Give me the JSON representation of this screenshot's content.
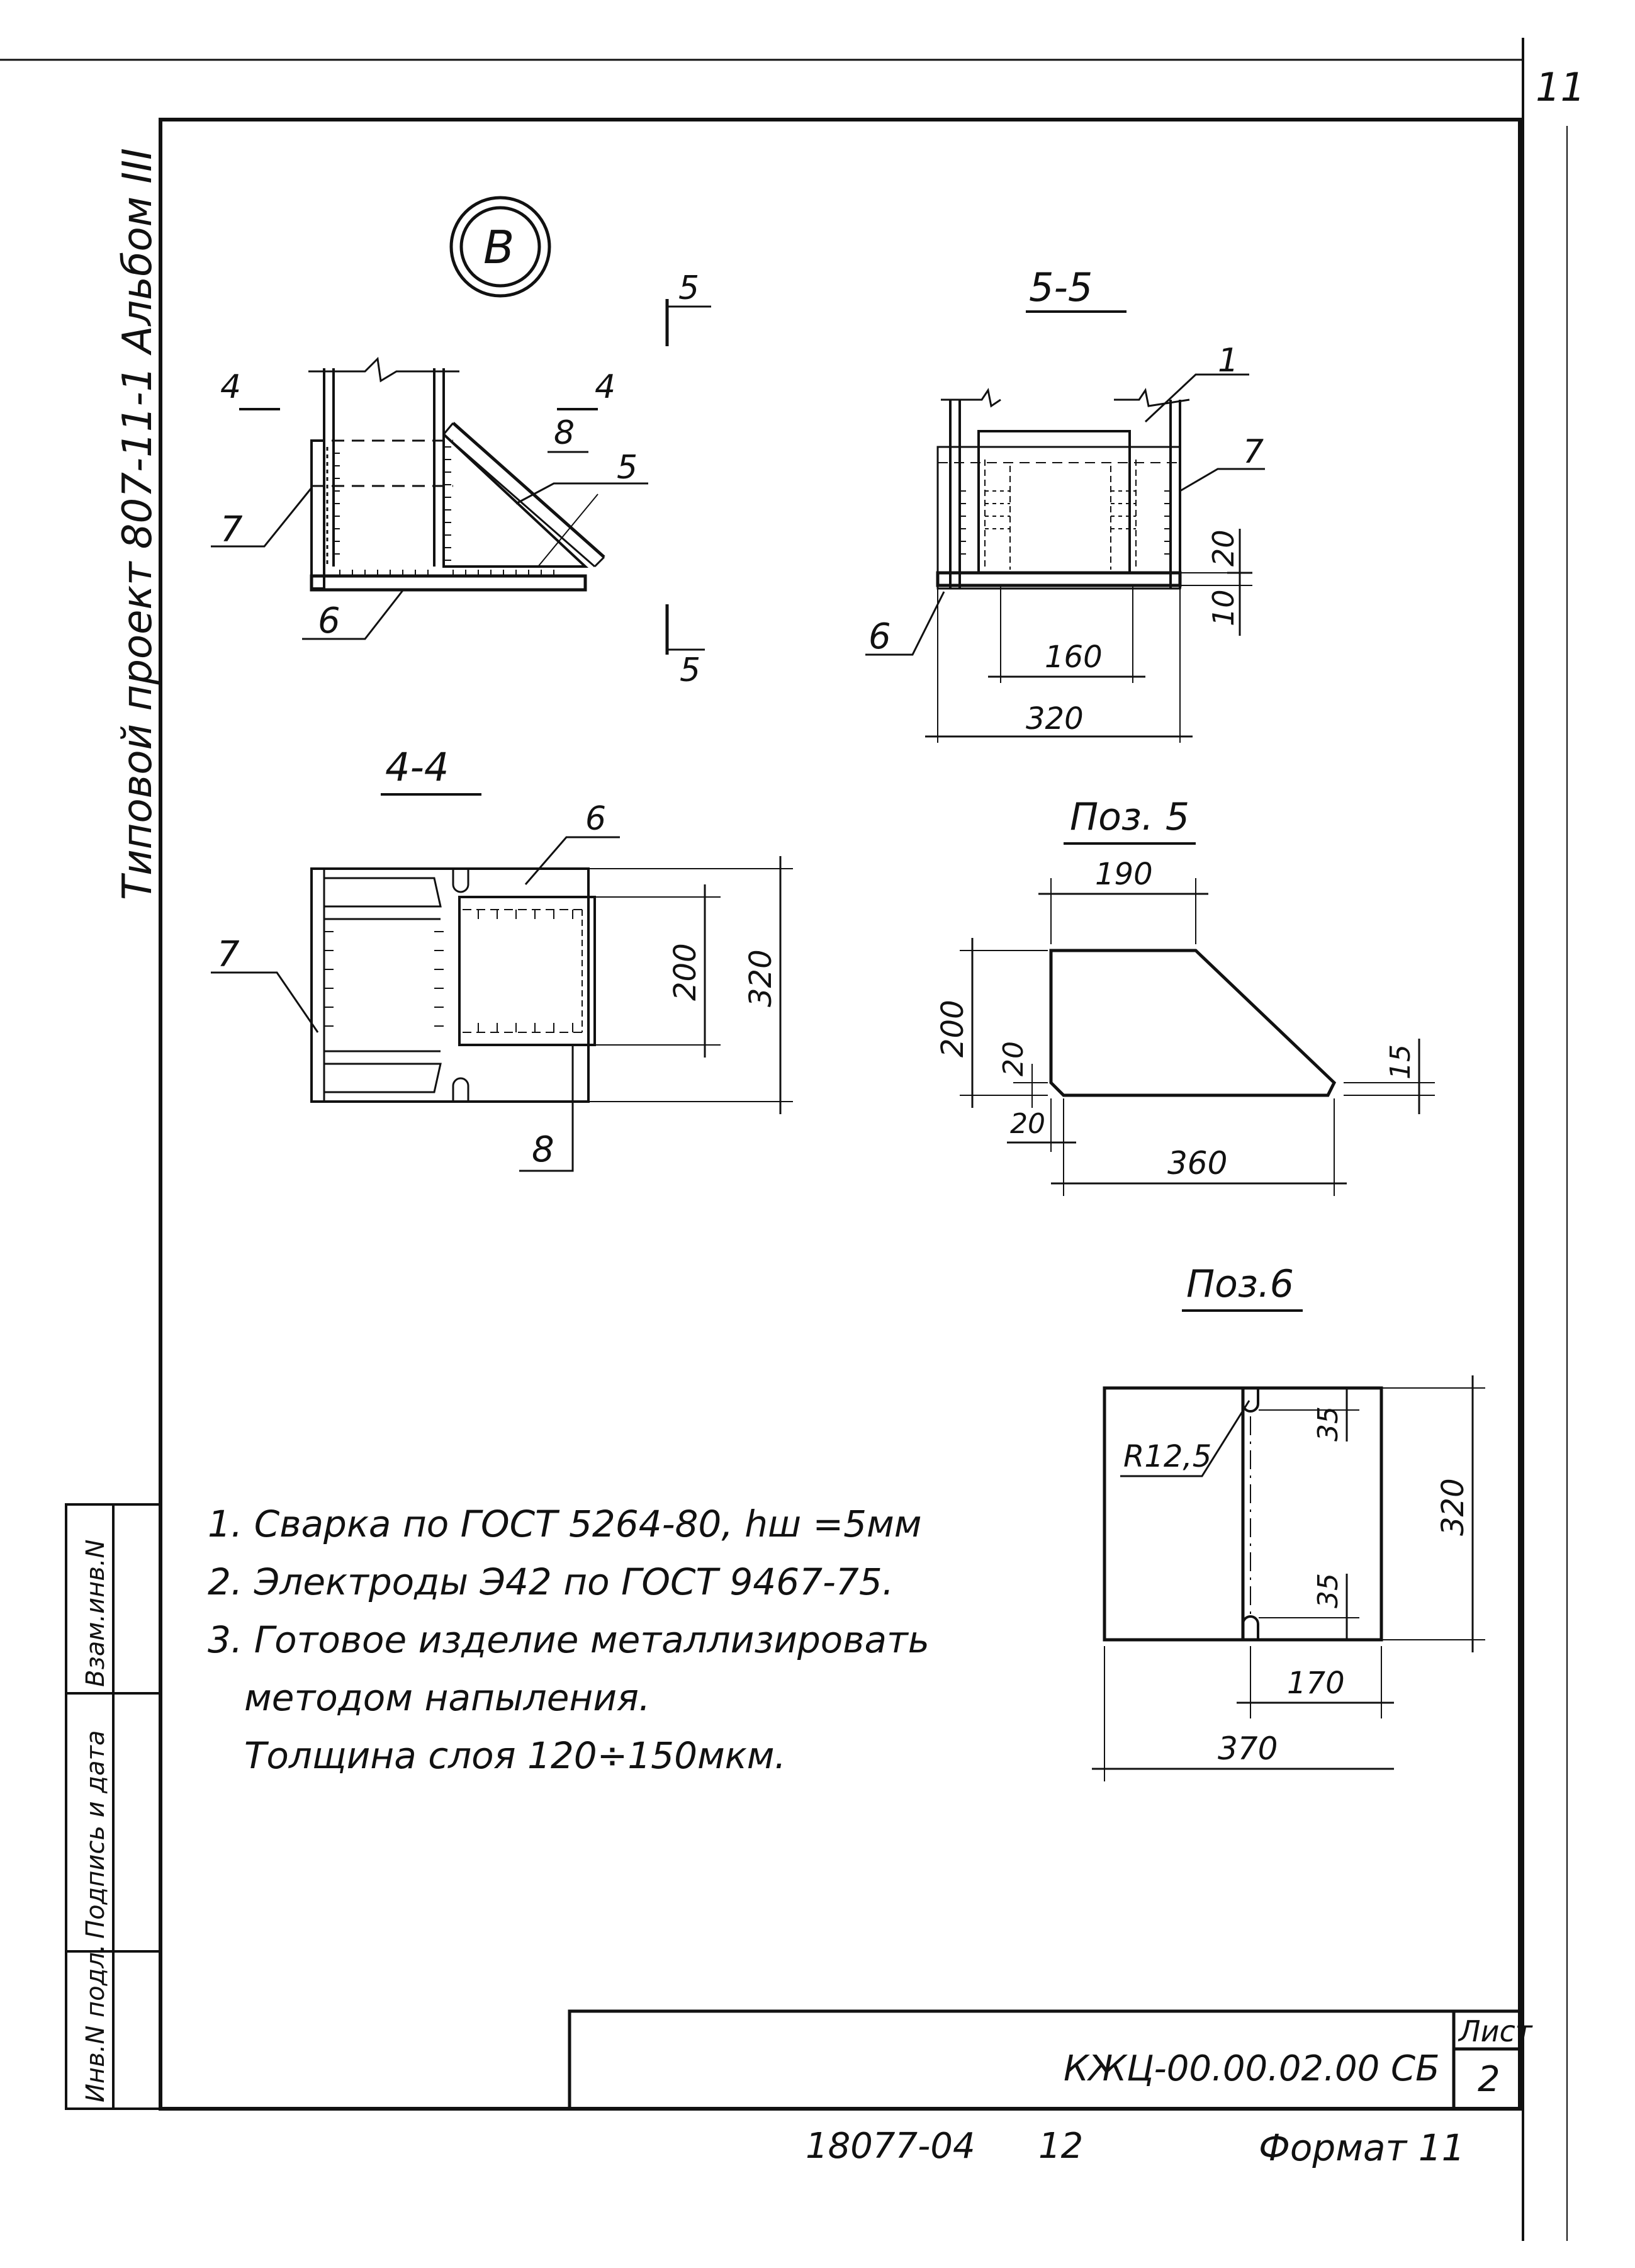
{
  "sheet": {
    "page_corner_number": "11",
    "side_text": "Типовой проект 807-11-1 Альбом III",
    "stamp_cells": [
      "Инв.N подл.",
      "Подпись и дата",
      "Взам.инв.N"
    ],
    "marker": "В"
  },
  "main_view": {
    "cut_4": "4",
    "cut_5": "5",
    "pos_7": "7",
    "pos_8": "8",
    "pos_5": "5",
    "pos_6": "6"
  },
  "section_5_5": {
    "title": "5-5",
    "pos_1": "1",
    "pos_7": "7",
    "pos_6": "6",
    "dim_20": "20",
    "dim_10": "10",
    "dim_160": "160",
    "dim_320": "320"
  },
  "section_4_4": {
    "title": "4-4",
    "pos_6": "6",
    "pos_7": "7",
    "pos_8": "8",
    "dim_200": "200",
    "dim_320": "320"
  },
  "pos5": {
    "title": "Поз. 5",
    "dim_190": "190",
    "dim_200": "200",
    "dim_20_v": "20",
    "dim_20_h": "20",
    "dim_15": "15",
    "dim_360": "360"
  },
  "pos6": {
    "title": "Поз.6",
    "radius": "R12,5",
    "dim_35_top": "35",
    "dim_35_bottom": "35",
    "dim_320": "320",
    "dim_170": "170",
    "dim_370": "370"
  },
  "notes": [
    "1. Сварка по ГОСТ 5264-80, hш =5мм",
    "2. Электроды Э42 по ГОСТ 9467-75.",
    "3. Готовое изделие металлизировать",
    "методом напыления.",
    "Толщина слоя 120÷150мкм."
  ],
  "title_block": {
    "code": "КЖЦ-00.00.02.00 СБ",
    "sheet_label": "Лист",
    "sheet_number": "2",
    "footer_left": "18077-04",
    "footer_mid": "12",
    "footer_format": "Формат 11"
  }
}
